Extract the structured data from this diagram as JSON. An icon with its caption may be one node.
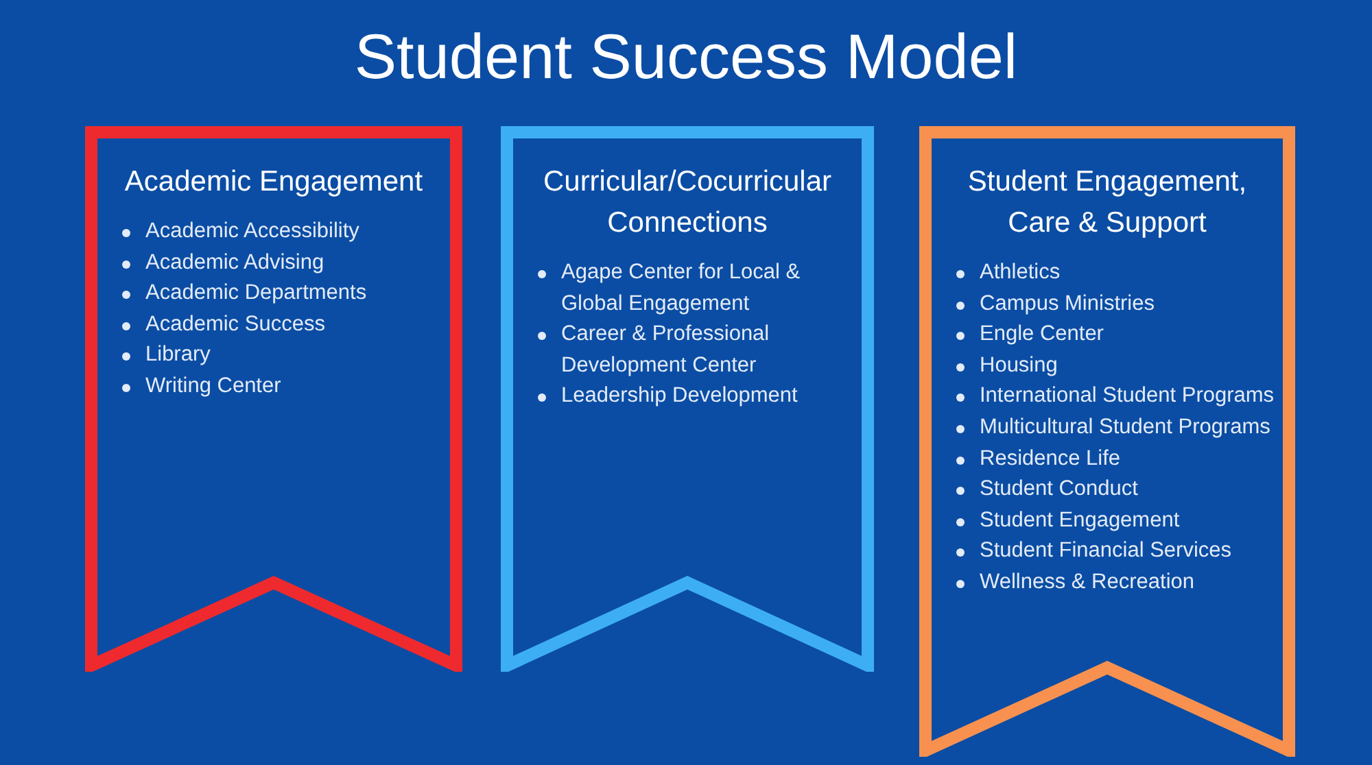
{
  "diagram": {
    "title": "Student Success Model",
    "nodes": [
      {
        "text": [
          "Academic Engagement",
          "Academic Accessibility",
          "Academic Advising",
          "Academic Departments",
          "Academic Success",
          "Library",
          "Writing Center"
        ]
      },
      {
        "text": [
          "Curricular/Cocurricular Connections",
          "Agape Center for Local & Global Engagement",
          "Career & Professional Development Center",
          "Leadership Development"
        ]
      },
      {
        "text": [
          "Student Engagement, Care & Support",
          "Athletics",
          "Campus Ministries",
          "Engle Center",
          "Housing",
          "International Student Programs",
          "Multicultural Student Programs",
          "Residence Life",
          "Student Conduct",
          "Student Engagement",
          "Student Financial Services",
          "Wellness & Recreation"
        ]
      }
    ]
  }
}
